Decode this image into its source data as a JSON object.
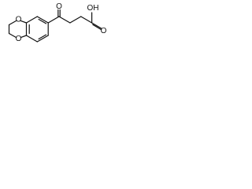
{
  "molecule": {
    "atoms": {
      "ring_oxygen_top": "O",
      "ring_oxygen_bottom": "O",
      "ketone_oxygen": "O",
      "acid_label": "OH",
      "acid_oxygen": "O"
    }
  }
}
